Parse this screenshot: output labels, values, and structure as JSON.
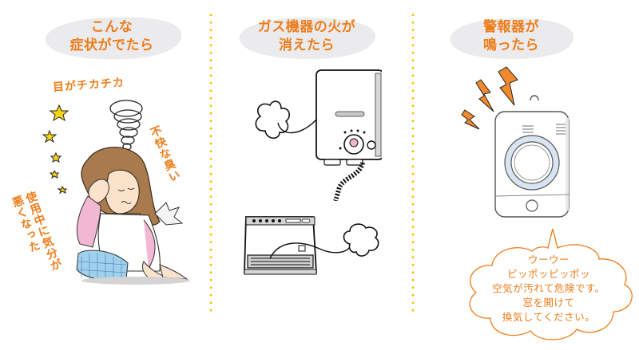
{
  "colors": {
    "accent": "#ee7d1a",
    "heading_blob": "#ebebed",
    "divider_dots": "#f5c400",
    "star": "#f7d417",
    "zigzag": "#f08a2c",
    "hair": "#a87a4e",
    "shirt": "#f2b8d3",
    "pants": "#9fd0ee",
    "detector_ring": "#d8e4f2"
  },
  "panels": [
    {
      "id": "symptoms",
      "heading_lines": [
        "こんな",
        "症状がでたら"
      ],
      "labels": {
        "eyes": "目がチカチカ",
        "smell": "不快な臭い",
        "feeling_line1": "使用中に気分が",
        "feeling_line2": "悪くなった"
      },
      "illustration": "woman-holding-head-dizzy"
    },
    {
      "id": "flame-out",
      "heading_lines": [
        "ガス機器の火が",
        "消えたら"
      ],
      "illustrations": [
        "gas-water-heater-with-smoke",
        "fan-heater-with-smoke"
      ]
    },
    {
      "id": "alarm",
      "heading_lines": [
        "警報器が",
        "鳴ったら"
      ],
      "illustration": "gas-alarm-detector",
      "speech_lines": [
        "ウーウー",
        "ピッポッピッポッ",
        "空気が汚れて危険です。",
        "窓を開けて",
        "換気してください。"
      ]
    }
  ]
}
